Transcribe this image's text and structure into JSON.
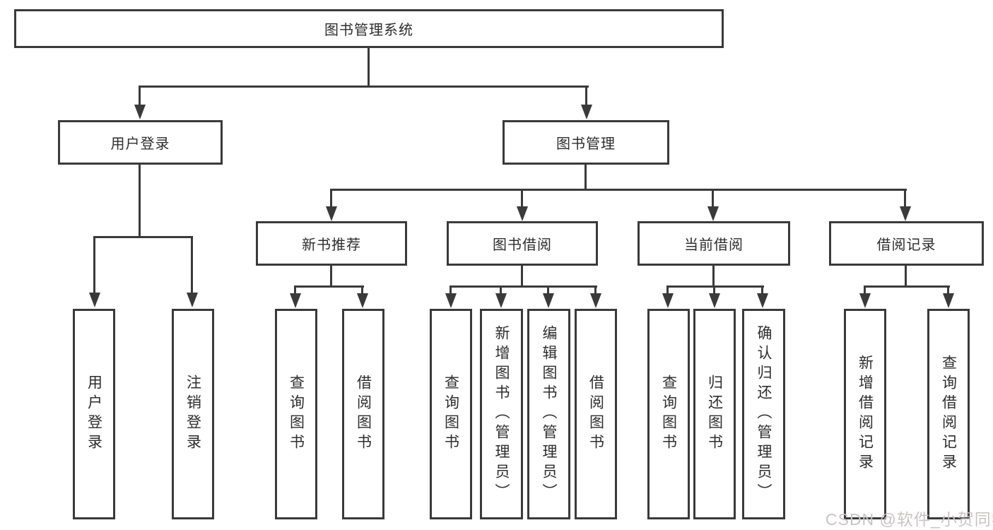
{
  "diagram": {
    "root": {
      "label": "图书管理系统"
    },
    "branches": [
      {
        "label": "用户登录",
        "children": [
          {
            "label": "用户登录"
          },
          {
            "label": "注销登录"
          }
        ]
      },
      {
        "label": "图书管理",
        "children": [
          {
            "label": "新书推荐",
            "children": [
              {
                "label": "查询图书"
              },
              {
                "label": "借阅图书"
              }
            ]
          },
          {
            "label": "图书借阅",
            "children": [
              {
                "label": "查询图书"
              },
              {
                "label": "新增图书（管理员）"
              },
              {
                "label": "编辑图书（管理员）"
              },
              {
                "label": "借阅图书"
              }
            ]
          },
          {
            "label": "当前借阅",
            "children": [
              {
                "label": "查询图书"
              },
              {
                "label": "归还图书"
              },
              {
                "label": "确认归还（管理员）"
              }
            ]
          },
          {
            "label": "借阅记录",
            "children": [
              {
                "label": "新增借阅记录"
              },
              {
                "label": "查询借阅记录"
              }
            ]
          }
        ]
      }
    ]
  },
  "watermark": {
    "text": "CSDN @软件_小贺同学"
  },
  "colors": {
    "line": "#3a3a3a",
    "text": "#2d2d2d",
    "background": "#ffffff",
    "watermark": "#c9c4c4"
  }
}
